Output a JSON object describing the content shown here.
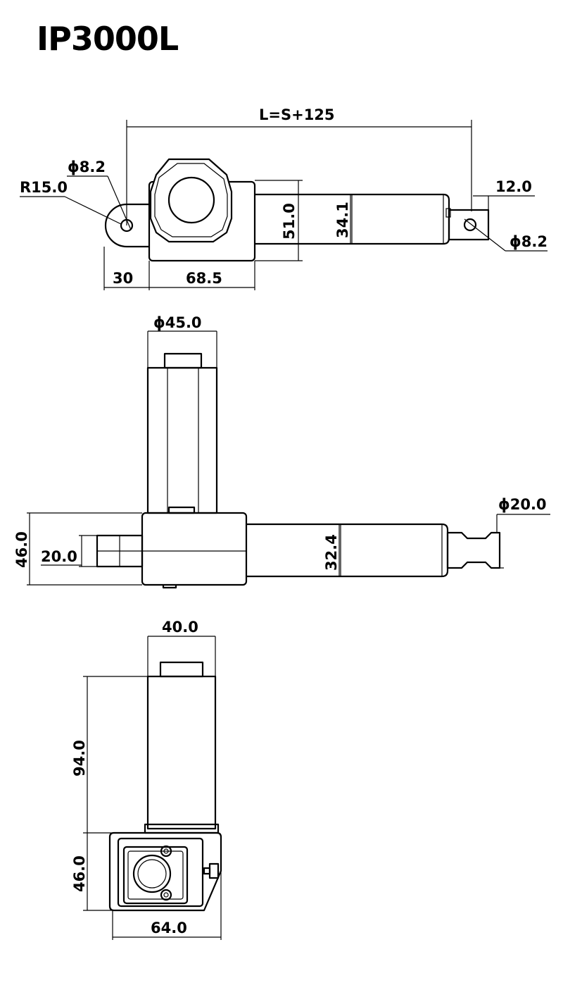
{
  "title": "IP3000L",
  "views": {
    "side": {
      "length_formula": "L=S+125",
      "hole_rear": "ϕ8.2",
      "radius_rear": "R15.0",
      "clevis_offset": "12.0",
      "hole_front": "ϕ8.2",
      "height_housing": "51.0",
      "height_tube": "34.1",
      "rear_width": "30",
      "housing_length": "68.5"
    },
    "top": {
      "motor_diameter": "ϕ45.0",
      "rod_diameter": "ϕ20.0",
      "total_width": "46.0",
      "rear_width": "20.0",
      "tube_height": "32.4"
    },
    "end": {
      "motor_width": "40.0",
      "motor_length": "94.0",
      "housing_height": "46.0",
      "housing_width": "64.0"
    }
  }
}
